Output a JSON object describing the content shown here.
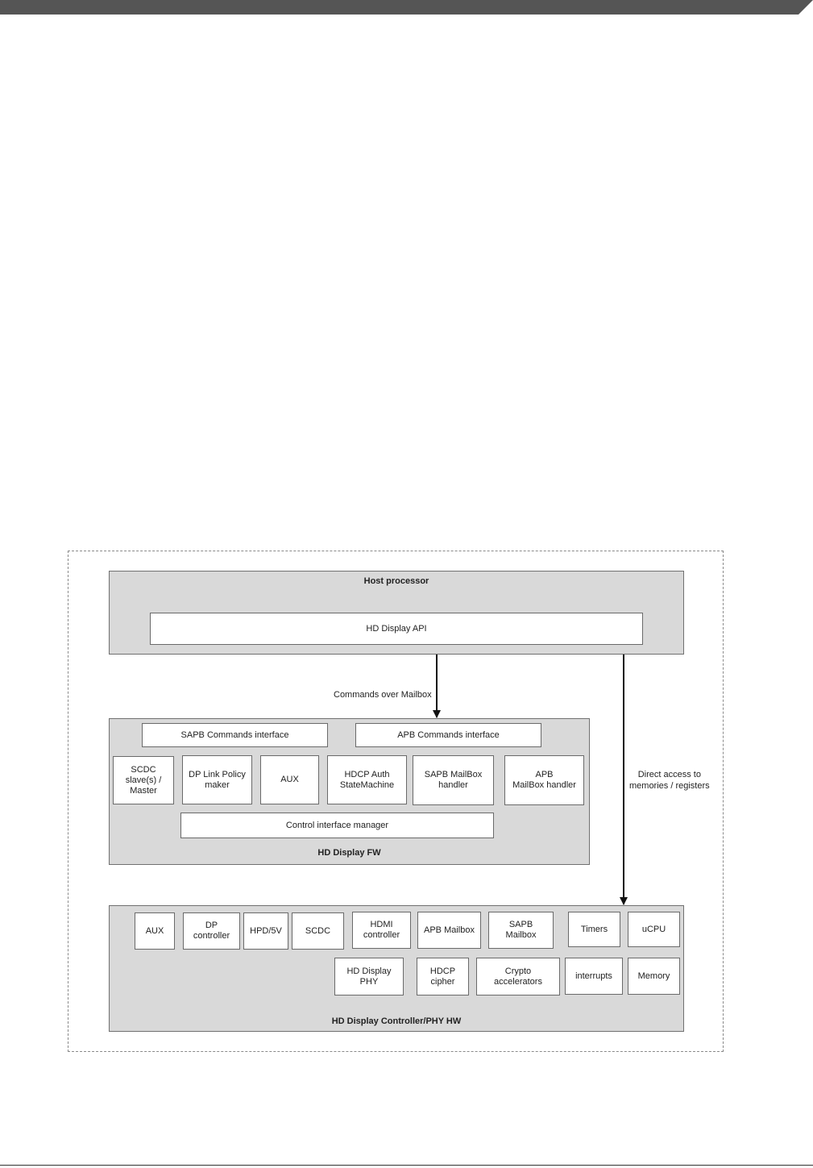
{
  "diagram": {
    "host_processor": {
      "title": "Host processor",
      "api": "HD Display API"
    },
    "arrows": {
      "commands": "Commands over Mailbox",
      "direct": "Direct access to\nmemories / registers"
    },
    "firmware": {
      "title": "HD Display FW",
      "sapb_commands": "SAPB Commands interface",
      "apb_commands": "APB Commands interface",
      "scdc": "SCDC\nslave(s) /\nMaster",
      "dp_link_policy": "DP Link Policy\nmaker",
      "aux": "AUX",
      "hdcp_auth": "HDCP Auth\nStateMachine",
      "sapb_mailbox_handler": "SAPB MailBox\nhandler",
      "apb_mailbox_handler": "APB\nMailBox handler",
      "control_interface": "Control interface manager"
    },
    "hardware": {
      "title": "HD Display Controller/PHY  HW",
      "aux": "AUX",
      "dp_controller": "DP\ncontroller",
      "hpd": "HPD/5V",
      "scdc": "SCDC",
      "hdmi_controller": "HDMI\ncontroller",
      "apb_mailbox": "APB Mailbox",
      "sapb_mailbox": "SAPB\nMailbox",
      "timers": "Timers",
      "ucpu": "uCPU",
      "hd_display_phy": "HD Display\nPHY",
      "hdcp_cipher": "HDCP\ncipher",
      "crypto": "Crypto\naccelerators",
      "interrupts": "interrupts",
      "memory": "Memory"
    }
  }
}
